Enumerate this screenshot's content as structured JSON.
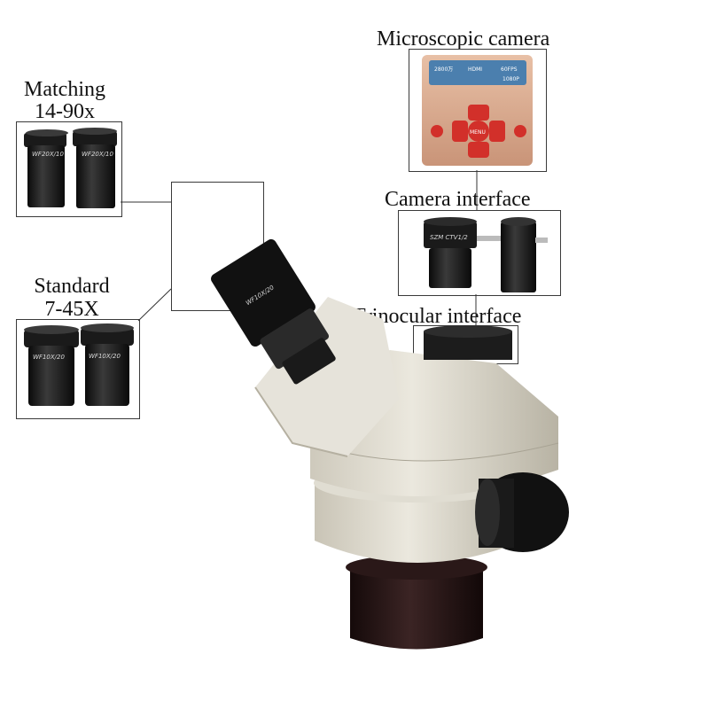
{
  "labels": {
    "microscopic_camera": "Microscopic camera",
    "camera_interface": "Camera interface",
    "trinocular_interface": "Trinocular interface",
    "matching_line1": "Matching",
    "matching_line2": "14-90x",
    "standard_line1": "Standard",
    "standard_line2": "7-45X"
  },
  "eyepieces": {
    "matching_left": "WF20X/10",
    "matching_right": "WF20X/10",
    "standard_left": "WF10X/20",
    "standard_right": "WF10X/20",
    "mounted": "WF10X/20"
  },
  "camera_panel": {
    "top_left": "2800万",
    "top_mid": "HDMI",
    "top_right": "60FPS",
    "resolution": "1080P",
    "menu_button": "MENU"
  },
  "adapter": {
    "text": "SZM CTV1/2"
  },
  "colors": {
    "body_beige": "#dcd8cc",
    "eyepiece_black": "#141414",
    "camera_tan": "#d9a98d",
    "camera_red": "#d2302a",
    "screen_blue": "#4b7fae"
  }
}
